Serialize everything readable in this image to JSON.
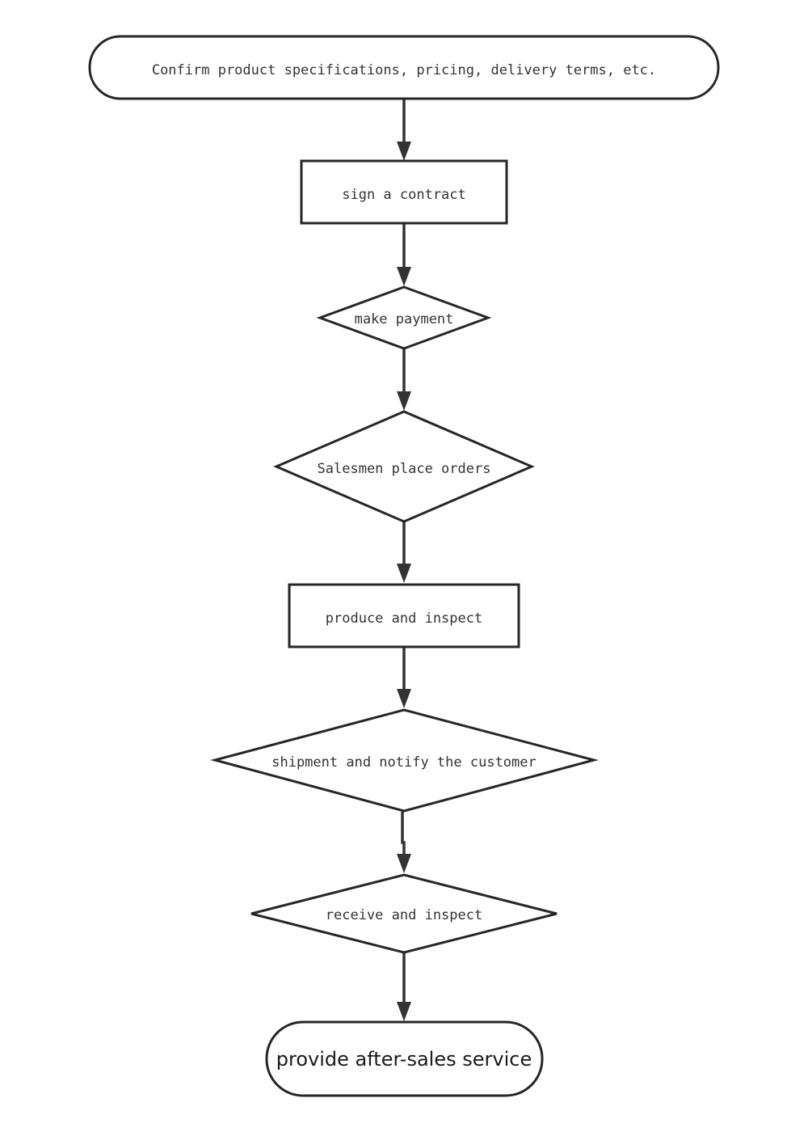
{
  "diagram": {
    "type": "flowchart",
    "nodes": [
      {
        "id": "confirm",
        "shape": "rounded-rect",
        "label": "Confirm product specifications, pricing, delivery terms, etc."
      },
      {
        "id": "contract",
        "shape": "rect",
        "label": "sign a contract"
      },
      {
        "id": "payment",
        "shape": "diamond",
        "label": "make payment"
      },
      {
        "id": "orders",
        "shape": "diamond",
        "label": "Salesmen place orders"
      },
      {
        "id": "produce",
        "shape": "rect",
        "label": "produce and inspect"
      },
      {
        "id": "shipment",
        "shape": "diamond",
        "label": "shipment and notify the customer"
      },
      {
        "id": "receive",
        "shape": "diamond",
        "label": "receive and inspect"
      },
      {
        "id": "service",
        "shape": "rounded-rect",
        "label": "provide after-sales service"
      }
    ],
    "edges": [
      {
        "from": "confirm",
        "to": "contract"
      },
      {
        "from": "contract",
        "to": "payment"
      },
      {
        "from": "payment",
        "to": "orders"
      },
      {
        "from": "orders",
        "to": "produce"
      },
      {
        "from": "produce",
        "to": "shipment"
      },
      {
        "from": "shipment",
        "to": "receive"
      },
      {
        "from": "receive",
        "to": "service"
      }
    ],
    "colors": {
      "stroke": "#262626",
      "arrow": "#333333",
      "text": "#333333",
      "background": "#ffffff"
    }
  }
}
